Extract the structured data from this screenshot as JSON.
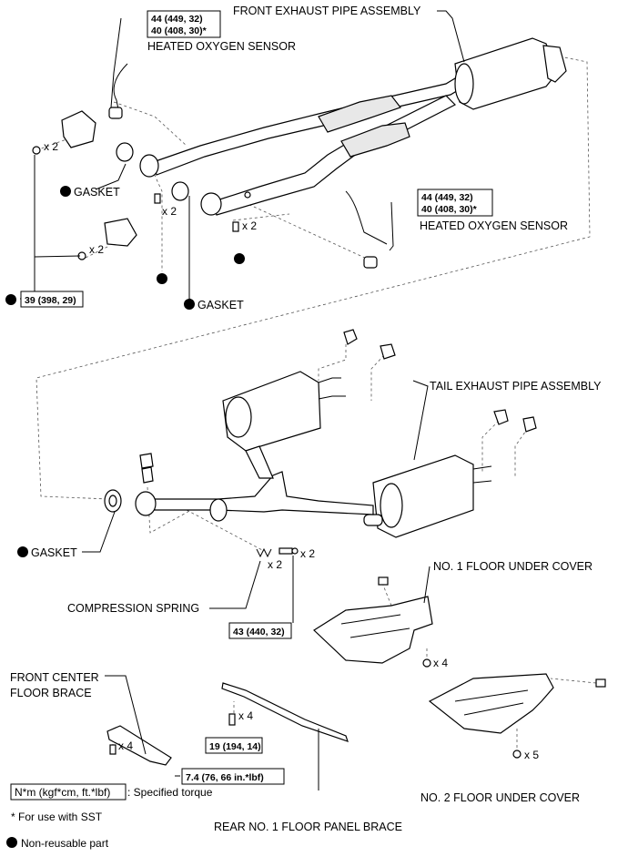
{
  "labels": {
    "front_pipe": "FRONT EXHAUST PIPE ASSEMBLY",
    "sensor1": "HEATED OXYGEN SENSOR",
    "sensor2": "HEATED OXYGEN SENSOR",
    "gasket1": "GASKET",
    "gasket2": "GASKET",
    "gasket3": "GASKET",
    "tail_pipe": "TAIL EXHAUST PIPE ASSEMBLY",
    "spring": "COMPRESSION SPRING",
    "floor_cover1": "NO. 1 FLOOR UNDER COVER",
    "floor_cover2": "NO. 2 FLOOR UNDER COVER",
    "center_brace_l1": "FRONT CENTER",
    "center_brace_l2": "FLOOR BRACE",
    "rear_brace": "REAR NO. 1 FLOOR PANEL BRACE"
  },
  "torques": {
    "t1_a": "44 (449, 32)",
    "t1_b": "40 (408, 30)*",
    "t2_a": "44 (449, 32)",
    "t2_b": "40 (408, 30)*",
    "t3": "39 (398, 29)",
    "t4": "43 (440, 32)",
    "t5": "19 (194, 14)",
    "t6": "7.4 (76, 66 in.*lbf)"
  },
  "quantities": {
    "q1": "x 2",
    "q2": "x 2",
    "q3": "x 2",
    "q4": "x 2",
    "q5": "x 2",
    "q6": "x 2",
    "q7": "x 4",
    "q8": "x 4",
    "q9": "x 4",
    "q10": "x 5"
  },
  "legend": {
    "unit_box": "N*m (kgf*cm, ft.*lbf)",
    "unit_text": ": Specified torque",
    "sst": "* For use with SST",
    "nonreusable": "Non-reusable part"
  }
}
